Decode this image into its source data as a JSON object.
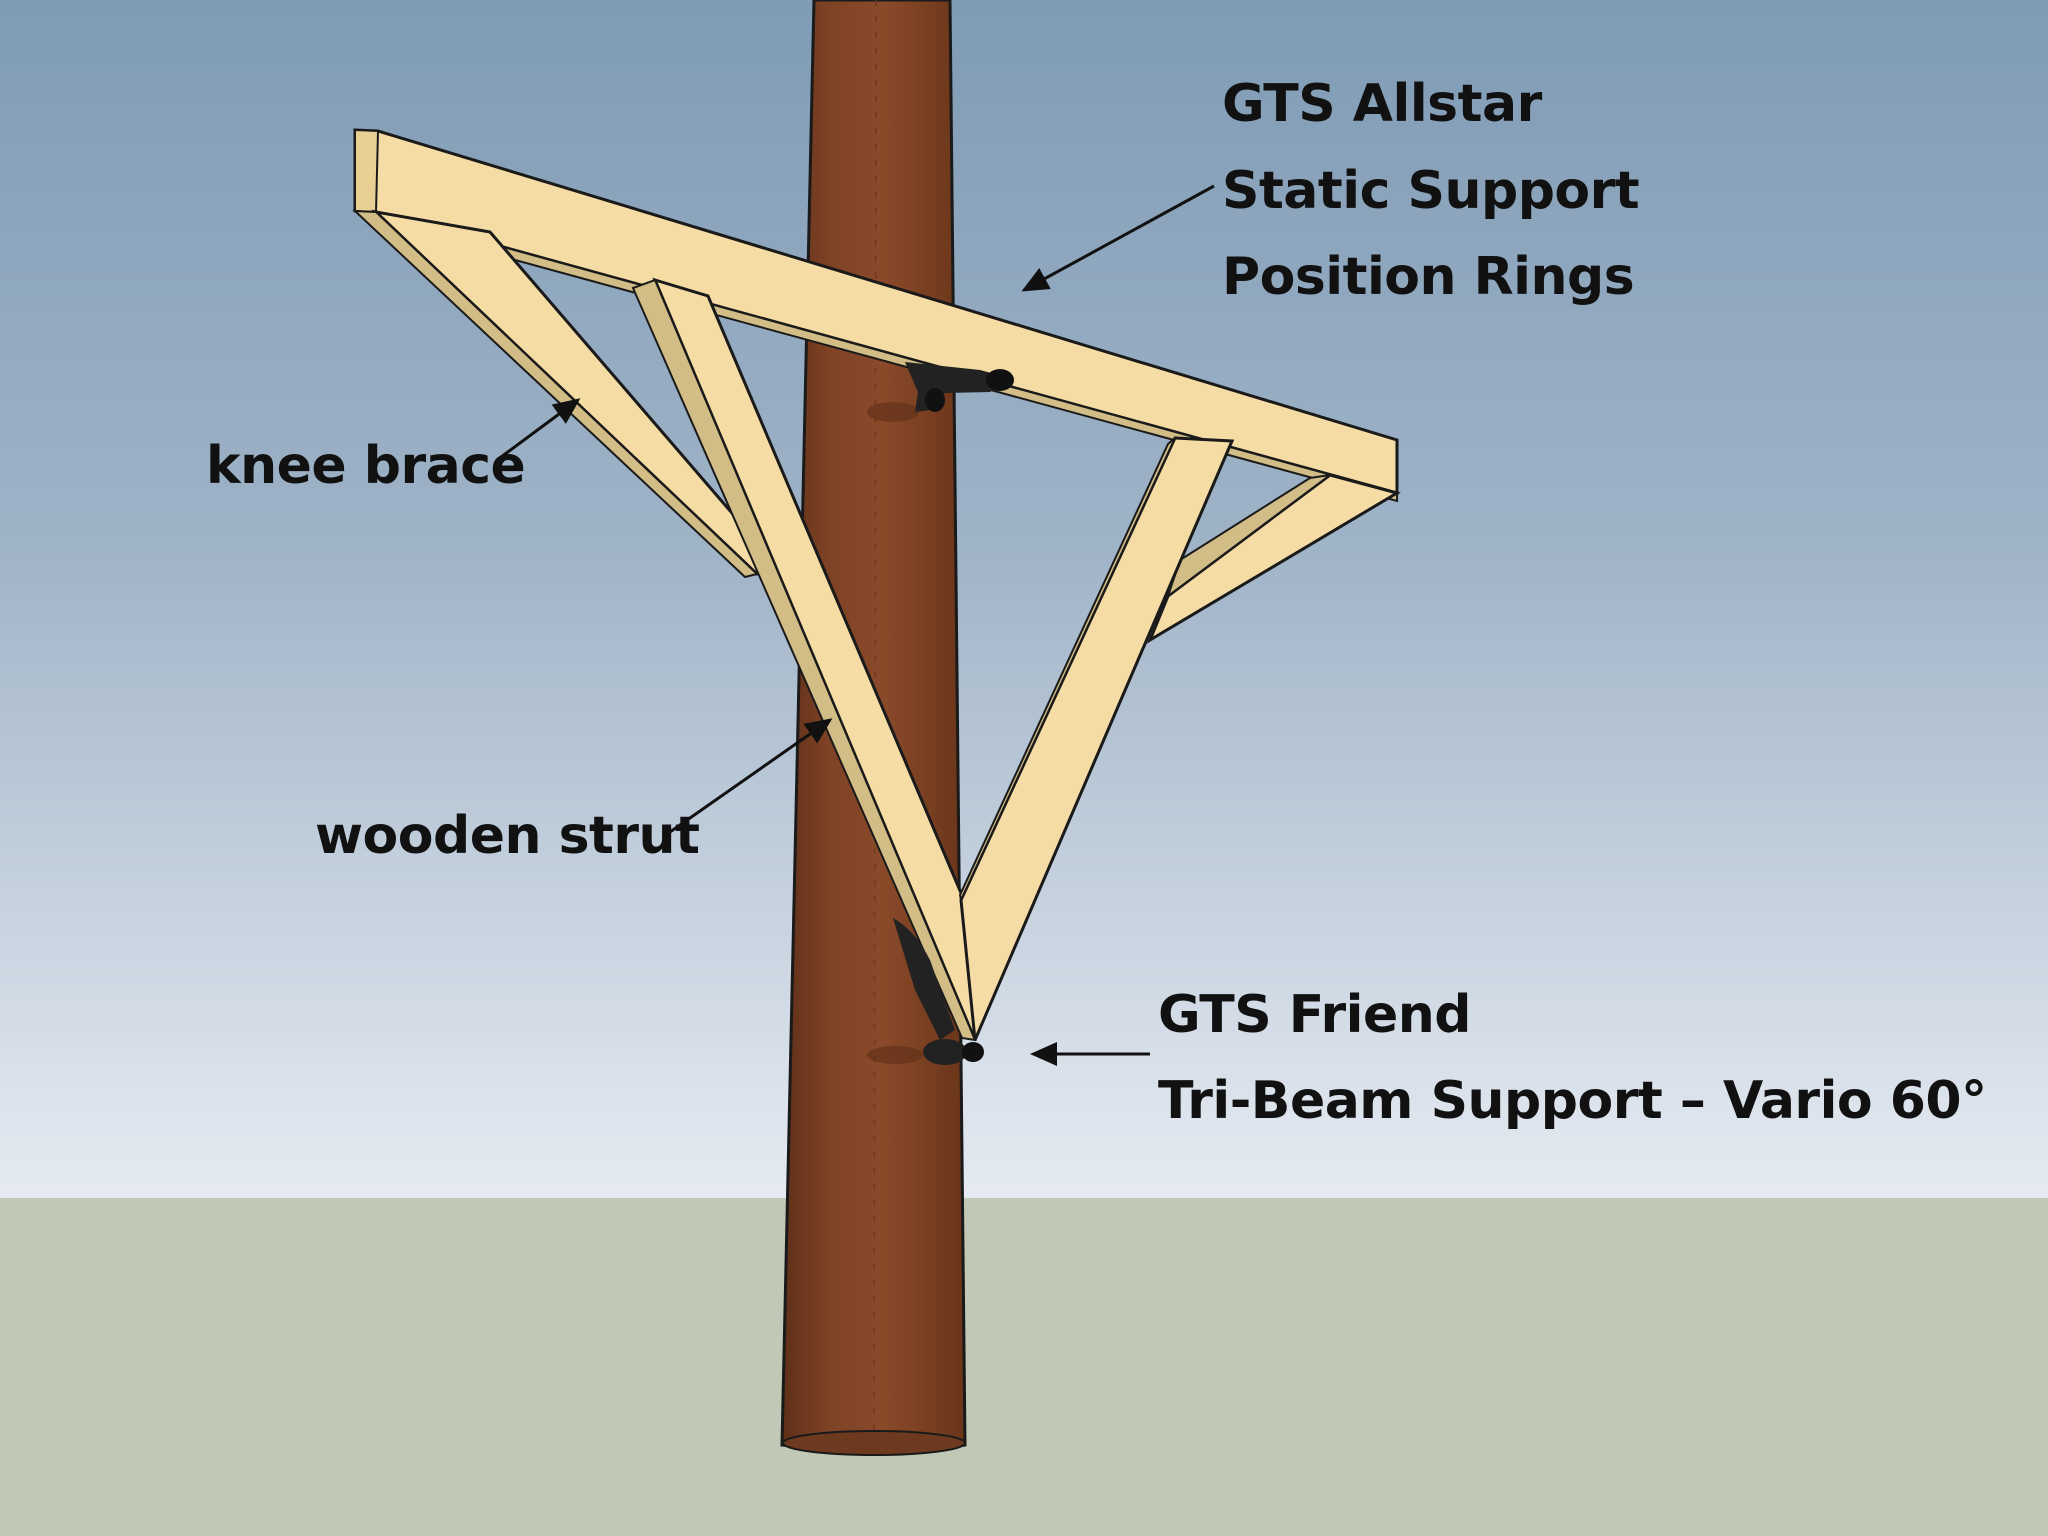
{
  "labels": {
    "allstar": {
      "line1": "GTS Allstar",
      "line2": "Static Support",
      "line3": "Position Rings"
    },
    "knee_brace": "knee brace",
    "wooden_strut": "wooden strut",
    "friend": {
      "line1": "GTS Friend",
      "line2": "Tri-Beam Support – Vario 60°"
    }
  },
  "colors": {
    "sky_top": "#7f9bb5",
    "sky_bottom": "#e6ebf2",
    "ground": "#c1c9b6",
    "pole": "#7e4225",
    "wood_top": "#f5dca4",
    "wood_side": "#d2bd87",
    "hardware": "#222222",
    "outline": "#1a1a1a"
  }
}
